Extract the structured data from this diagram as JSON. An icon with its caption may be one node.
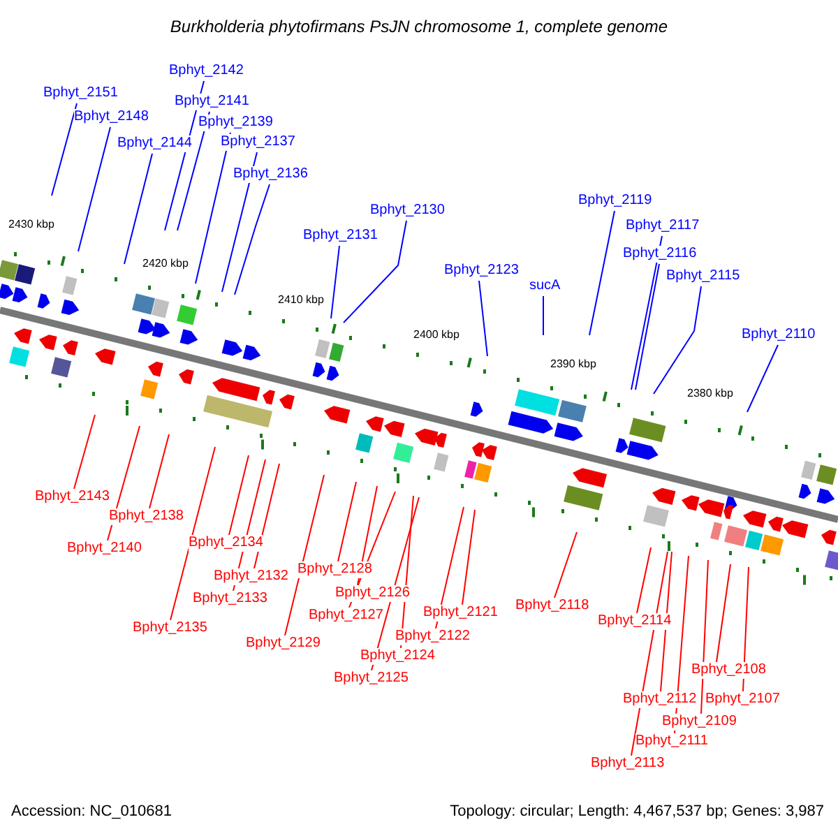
{
  "diagram": {
    "title": "Burkholderia phytofirmans PsJN chromosome 1, complete genome",
    "nodes": [
      {
        "text": [
          "Bphyt_2151"
        ]
      },
      {
        "text": [
          "Bphyt_2148"
        ]
      },
      {
        "text": [
          "Bphyt_2144"
        ]
      },
      {
        "text": [
          "Bphyt_2142"
        ]
      },
      {
        "text": [
          "Bphyt_2141"
        ]
      },
      {
        "text": [
          "Bphyt_2139"
        ]
      },
      {
        "text": [
          "Bphyt_2137"
        ]
      },
      {
        "text": [
          "Bphyt_2136"
        ]
      },
      {
        "text": [
          "Bphyt_2131"
        ]
      },
      {
        "text": [
          "Bphyt_2130"
        ]
      },
      {
        "text": [
          "Bphyt_2123"
        ]
      },
      {
        "text": [
          "sucA"
        ]
      },
      {
        "text": [
          "Bphyt_2119"
        ]
      },
      {
        "text": [
          "Bphyt_2117"
        ]
      },
      {
        "text": [
          "Bphyt_2116"
        ]
      },
      {
        "text": [
          "Bphyt_2115"
        ]
      },
      {
        "text": [
          "Bphyt_2110"
        ]
      },
      {
        "text": [
          "Bphyt_2143"
        ]
      },
      {
        "text": [
          "Bphyt_2138"
        ]
      },
      {
        "text": [
          "Bphyt_2140"
        ]
      },
      {
        "text": [
          "Bphyt_2134"
        ]
      },
      {
        "text": [
          "Bphyt_2132"
        ]
      },
      {
        "text": [
          "Bphyt_2133"
        ]
      },
      {
        "text": [
          "Bphyt_2135"
        ]
      },
      {
        "text": [
          "Bphyt_2129"
        ]
      },
      {
        "text": [
          "Bphyt_2128"
        ]
      },
      {
        "text": [
          "Bphyt_2126"
        ]
      },
      {
        "text": [
          "Bphyt_2127"
        ]
      },
      {
        "text": [
          "Bphyt_2124"
        ]
      },
      {
        "text": [
          "Bphyt_2125"
        ]
      },
      {
        "text": [
          "Bphyt_2122"
        ]
      },
      {
        "text": [
          "Bphyt_2121"
        ]
      },
      {
        "text": [
          "Bphyt_2118"
        ]
      },
      {
        "text": [
          "Bphyt_2114"
        ]
      },
      {
        "text": [
          "Bphyt_2112"
        ]
      },
      {
        "text": [
          "Bphyt_2113"
        ]
      },
      {
        "text": [
          "Bphyt_2111"
        ]
      },
      {
        "text": [
          "Bphyt_2109"
        ]
      },
      {
        "text": [
          "Bphyt_2108"
        ]
      },
      {
        "text": [
          "Bphyt_2107"
        ]
      }
    ],
    "edges": [
      {
        "from": 0,
        "to": null,
        "arrow": "none",
        "color": "#0000ff"
      },
      {
        "from": 1,
        "to": null,
        "arrow": "none",
        "color": "#0000ff"
      },
      {
        "from": 2,
        "to": null,
        "arrow": "none",
        "color": "#0000ff"
      },
      {
        "from": 3,
        "to": null,
        "arrow": "none",
        "color": "#0000ff"
      },
      {
        "from": 4,
        "to": null,
        "arrow": "none",
        "color": "#0000ff"
      },
      {
        "from": 5,
        "to": null,
        "arrow": "none",
        "color": "#0000ff"
      },
      {
        "from": 6,
        "to": null,
        "arrow": "none",
        "color": "#0000ff"
      },
      {
        "from": 7,
        "to": null,
        "arrow": "none",
        "color": "#0000ff"
      },
      {
        "from": 8,
        "to": null,
        "arrow": "none",
        "color": "#0000ff"
      },
      {
        "from": 9,
        "to": null,
        "arrow": "none",
        "color": "#0000ff"
      },
      {
        "from": 10,
        "to": null,
        "arrow": "none",
        "color": "#0000ff"
      },
      {
        "from": 11,
        "to": null,
        "arrow": "none",
        "color": "#0000ff"
      },
      {
        "from": 12,
        "to": null,
        "arrow": "none",
        "color": "#0000ff"
      },
      {
        "from": 13,
        "to": null,
        "arrow": "none",
        "color": "#0000ff"
      },
      {
        "from": 14,
        "to": null,
        "arrow": "none",
        "color": "#0000ff"
      },
      {
        "from": 15,
        "to": null,
        "arrow": "none",
        "color": "#0000ff"
      },
      {
        "from": 16,
        "to": null,
        "arrow": "none",
        "color": "#0000ff"
      },
      {
        "from": 17,
        "to": null,
        "arrow": "none"
      },
      {
        "from": 18,
        "to": null,
        "arrow": "none"
      },
      {
        "from": 19,
        "to": null,
        "arrow": "none"
      },
      {
        "from": 20,
        "to": null,
        "arrow": "none"
      },
      {
        "from": 21,
        "to": null,
        "arrow": "none"
      },
      {
        "from": 22,
        "to": null,
        "arrow": "none"
      },
      {
        "from": 23,
        "to": null,
        "arrow": "none"
      },
      {
        "from": 24,
        "to": null,
        "arrow": "none"
      },
      {
        "from": 25,
        "to": null,
        "arrow": "none"
      },
      {
        "from": 26,
        "to": null,
        "arrow": "none"
      },
      {
        "from": 27,
        "to": null,
        "arrow": "none"
      },
      {
        "from": 28,
        "to": null,
        "arrow": "none"
      },
      {
        "from": 29,
        "to": null,
        "arrow": "none"
      },
      {
        "from": 30,
        "to": null,
        "arrow": "none"
      },
      {
        "from": 31,
        "to": null,
        "arrow": "none"
      },
      {
        "from": 32,
        "to": null,
        "arrow": "none"
      },
      {
        "from": 33,
        "to": null,
        "arrow": "none"
      },
      {
        "from": 34,
        "to": null,
        "arrow": "none"
      },
      {
        "from": 35,
        "to": null,
        "arrow": "none"
      },
      {
        "from": 36,
        "to": null,
        "arrow": "none"
      },
      {
        "from": 37,
        "to": null,
        "arrow": "none"
      },
      {
        "from": 38,
        "to": null,
        "arrow": "none"
      },
      {
        "from": 39,
        "to": null,
        "arrow": "none"
      }
    ],
    "labels": [
      "2430 kbp",
      "2420 kbp",
      "2410 kbp",
      "2400 kbp",
      "2390 kbp",
      "2380 kbp",
      "Accession: NC_010681",
      "Topology: circular; Length: 4,467,537 bp; Genes: 3,987"
    ]
  }
}
